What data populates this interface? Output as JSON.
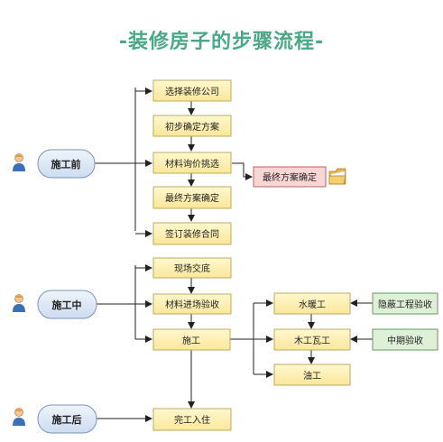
{
  "title": "-装修房子的步骤流程-",
  "phases": {
    "before": "施工前",
    "during": "施工中",
    "after": "施工后"
  },
  "steps": {
    "choose_company": "选择装修公司",
    "initial_plan": "初步确定方案",
    "material_inquiry": "材料询价挑选",
    "final_plan": "最终方案确定",
    "sign_contract": "签订装修合同",
    "site_handover": "现场交底",
    "material_acceptance": "材料进场验收",
    "construction": "施工",
    "move_in": "完工入住"
  },
  "callout": {
    "final_plan_confirmed": "最终方案确定"
  },
  "trades": {
    "plumbing_electrical": "水暖工",
    "carpentry_tiling": "木工瓦工",
    "painting": "油工"
  },
  "inspections": {
    "concealed_works": "隐蔽工程验收",
    "midterm": "中期验收"
  },
  "colors": {
    "title": "#4aa886",
    "step_fill": "#fff3b8",
    "step_border": "#b9ad62",
    "phase_fill": "#dde8f6",
    "phase_border": "#7b94b8",
    "callout_fill": "#f9d6d6",
    "callout_border": "#c05f5f",
    "inspect_fill": "#dff0d8",
    "inspect_border": "#6a9a5e",
    "line": "#222222"
  },
  "icons": [
    "worker-icon",
    "folder-icon"
  ]
}
